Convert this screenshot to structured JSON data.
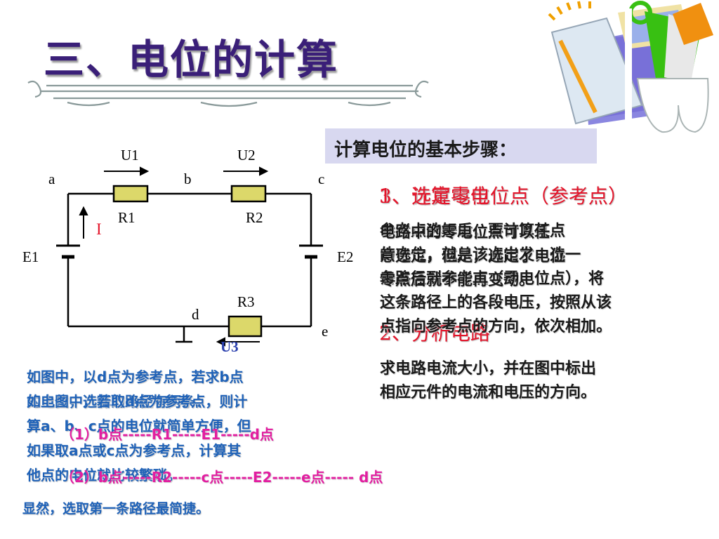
{
  "slide": {
    "title": "三、电位的计算",
    "steps_heading": "计算电位的基本步骤：",
    "step1_heading_overlap": "3、计算电位",
    "step1_heading": "1、选定零电位点（参考点）",
    "step2_heading": "2、分析电路",
    "step3_text_lines": [
      "参考点选好后，要计算某点",
      "的电位，就从该点出发，选一",
      "条路径到参考点（零电位点），将",
      "这条路径上的各段电压，按照从该",
      "点指向参考点的方向，依次相加。"
    ],
    "step1_text_lines": [
      " 电路中的零电位点可以任",
      "意选定，但是，选定了电位",
      "零点后就不能再变动。"
    ],
    "step2_text_lines": [
      "求电路电流大小，并在图中标出",
      "相应元件的电流和电压的方向。"
    ],
    "example_lines": [
      "如图中，以d点为参考点，若求b点",
      "的电位，选择的路径有两条："
    ],
    "example2_lines": [
      "如上图中，若取d点为参考点，则计",
      "算a、b、c点的电位就简单方便，但",
      "如果取a点或c点为参考点，计算其",
      "他点的电位就比较繁琐。"
    ],
    "path1": "（1）b点-----R1-----E1-----d点",
    "path2": "（2）b点-----R2-----c点-----E2-----e点----- d点",
    "conclusion": "显然，选取第一条路径最简捷。"
  },
  "circuit": {
    "U1": "U1",
    "U2": "U2",
    "U3": "U3",
    "a": "a",
    "b": "b",
    "c": "c",
    "d": "d",
    "e": "e",
    "R1": "R1",
    "R2": "R2",
    "R3": "R3",
    "E1": "E1",
    "E2": "E2",
    "I": "I"
  },
  "colors": {
    "title": "#3a1f78",
    "heading_red": "#e4142a",
    "example_blue": "#1f62b8",
    "path_pink": "#e21ea0",
    "resistor_fill": "#dcd86a",
    "steps_box": "#d8d8f0"
  }
}
